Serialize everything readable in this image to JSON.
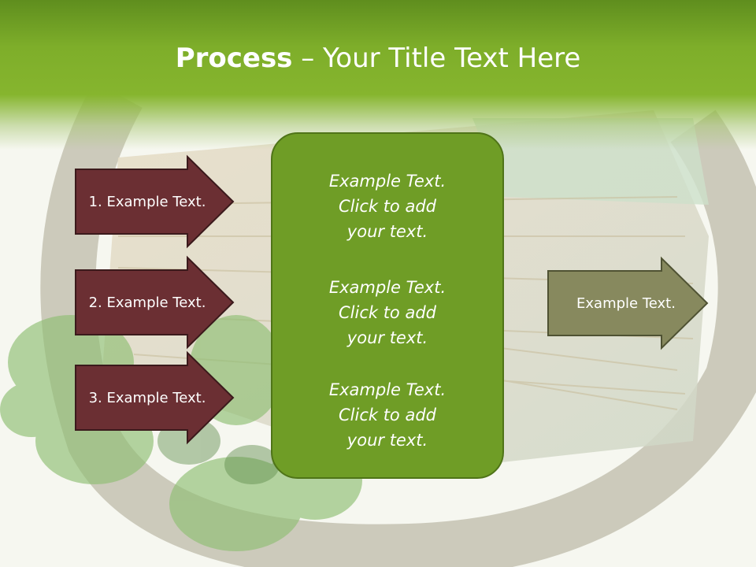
{
  "slide": {
    "title_bold": "Process",
    "title_rest": " – Your Title Text Here"
  },
  "left_arrows": [
    {
      "label": "1. Example Text."
    },
    {
      "label": "2. Example Text."
    },
    {
      "label": "3. Example Text."
    }
  ],
  "center_box": {
    "items": [
      {
        "line1": "Example Text.",
        "line2": "Click  to add",
        "line3": "your text."
      },
      {
        "line1": "Example Text.",
        "line2": "Click  to add",
        "line3": "your text."
      },
      {
        "line1": "Example Text.",
        "line2": "Click  to add",
        "line3": "your text."
      }
    ]
  },
  "right_arrow": {
    "label": "Example Text."
  },
  "colors": {
    "header_green": "#7eae2a",
    "left_arrow_fill": "#6b2f33",
    "center_box_fill": "#6f9d26",
    "right_arrow_fill": "#87895e"
  }
}
